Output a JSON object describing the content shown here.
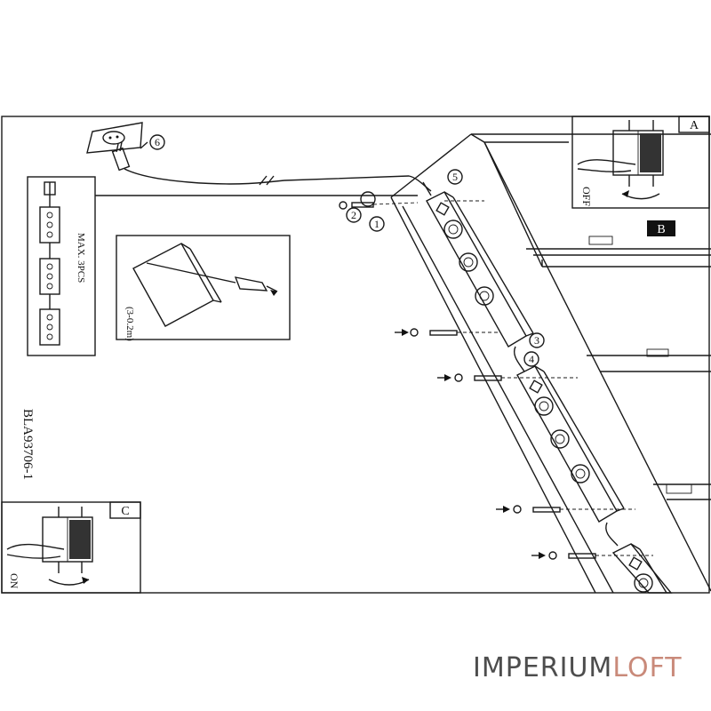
{
  "figure_code": "BLA93706-1",
  "panel_labels": {
    "a": "A",
    "b": "B",
    "c": "C"
  },
  "off_label": "OFF",
  "on_label": "ON",
  "max_label": "MAX. 3PCS",
  "cable_spec": "(3-0.2m)",
  "steps": [
    "1",
    "2",
    "3",
    "4",
    "5",
    "6"
  ],
  "watermark": {
    "part1": "IMPERIUM",
    "part2": "LOFT"
  },
  "colors": {
    "line": "#1a1a1a",
    "watermark_dark": "#4d4d4d",
    "watermark_accent": "#c98a7a"
  }
}
